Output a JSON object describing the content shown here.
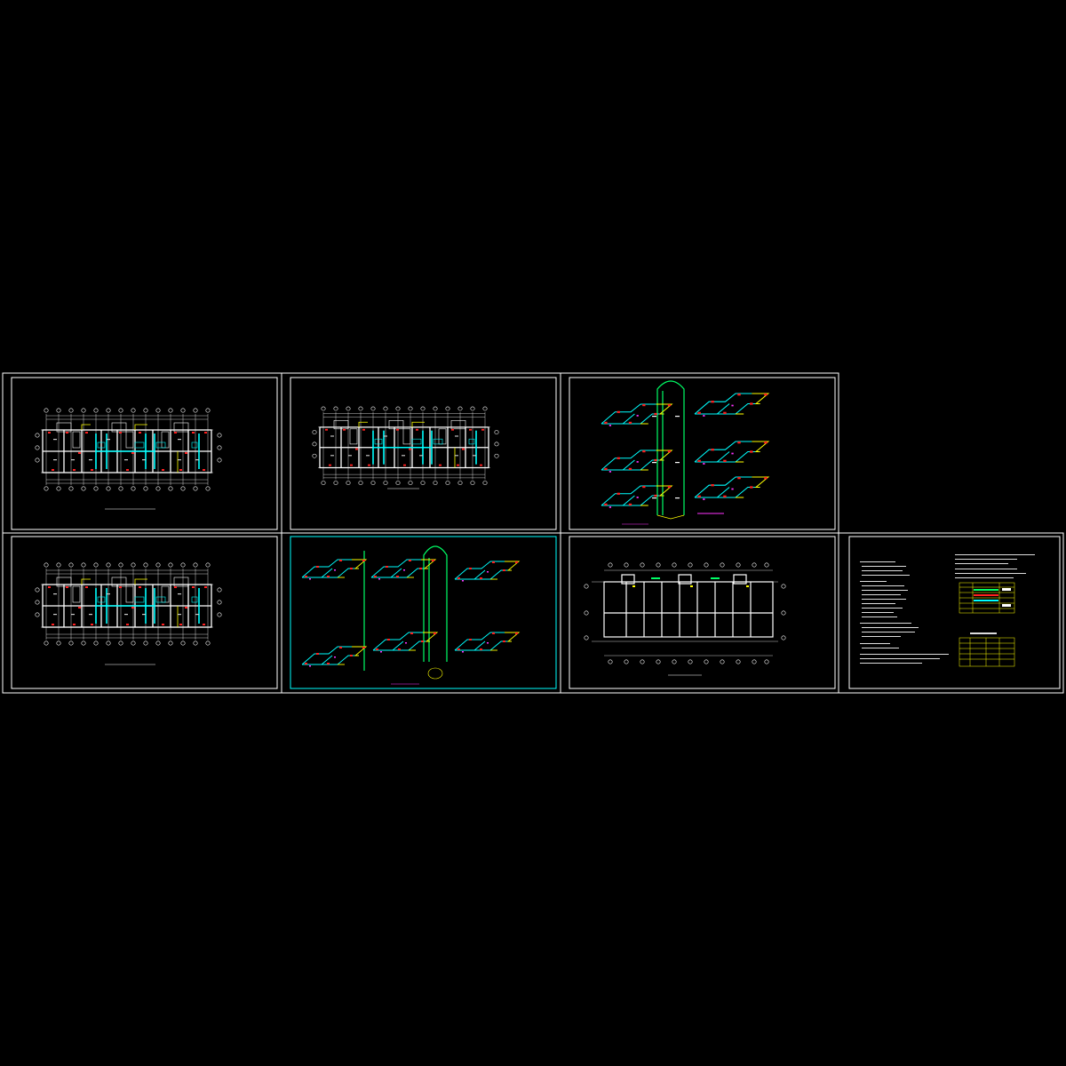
{
  "drawing_set": {
    "sheets": [
      {
        "id": "sheet-1",
        "type": "floor-plan-detailed",
        "title": ""
      },
      {
        "id": "sheet-2",
        "type": "floor-plan-detailed",
        "title": ""
      },
      {
        "id": "sheet-3",
        "type": "isometric-system",
        "title": ""
      },
      {
        "id": "sheet-4",
        "type": "floor-plan-detailed",
        "title": ""
      },
      {
        "id": "sheet-5",
        "type": "isometric-system",
        "title": ""
      },
      {
        "id": "sheet-6",
        "type": "floor-plan-simple",
        "title": ""
      },
      {
        "id": "sheet-7",
        "type": "design-notes",
        "title": ""
      }
    ]
  },
  "colors": {
    "background": "#000000",
    "frame": "#ffffff",
    "wall": "#ffffff",
    "pipe_cyan": "#00ffff",
    "pipe_yellow": "#ffff00",
    "pipe_green": "#00ff66",
    "fixture_red": "#ff2020",
    "title_magenta": "#ff33ff"
  }
}
